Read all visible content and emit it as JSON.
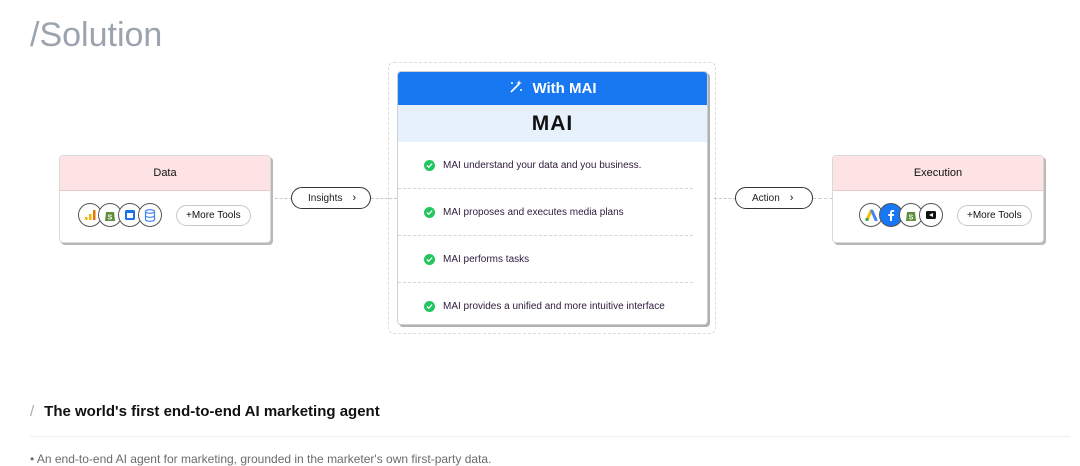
{
  "title": "/Solution",
  "data_card": {
    "header": "Data",
    "more": "+More Tools"
  },
  "execution_card": {
    "header": "Execution",
    "more": "+More Tools"
  },
  "insights_pill": "Insights",
  "action_pill": "Action",
  "center": {
    "banner": "With MAI",
    "brand": "MAI",
    "features": [
      "MAI understand your data and you business.",
      "MAI proposes and executes media plans",
      "MAI performs tasks",
      "MAI provides a unified and more intuitive interface"
    ]
  },
  "subheading": {
    "slash": "/",
    "text": "The world's first end-to-end AI marketing agent"
  },
  "bullet": "• An end-to-end AI agent for marketing, grounded in the marketer's own first-party data.",
  "colors": {
    "accent": "#1778f2",
    "check": "#22c55e",
    "card_header": "#fde3e3"
  },
  "data_logos": [
    "analytics-icon",
    "shopify-icon",
    "calendar-icon",
    "database-icon"
  ],
  "execution_logos": [
    "google-ads-icon",
    "facebook-icon",
    "shopify-icon",
    "tiktok-icon"
  ]
}
